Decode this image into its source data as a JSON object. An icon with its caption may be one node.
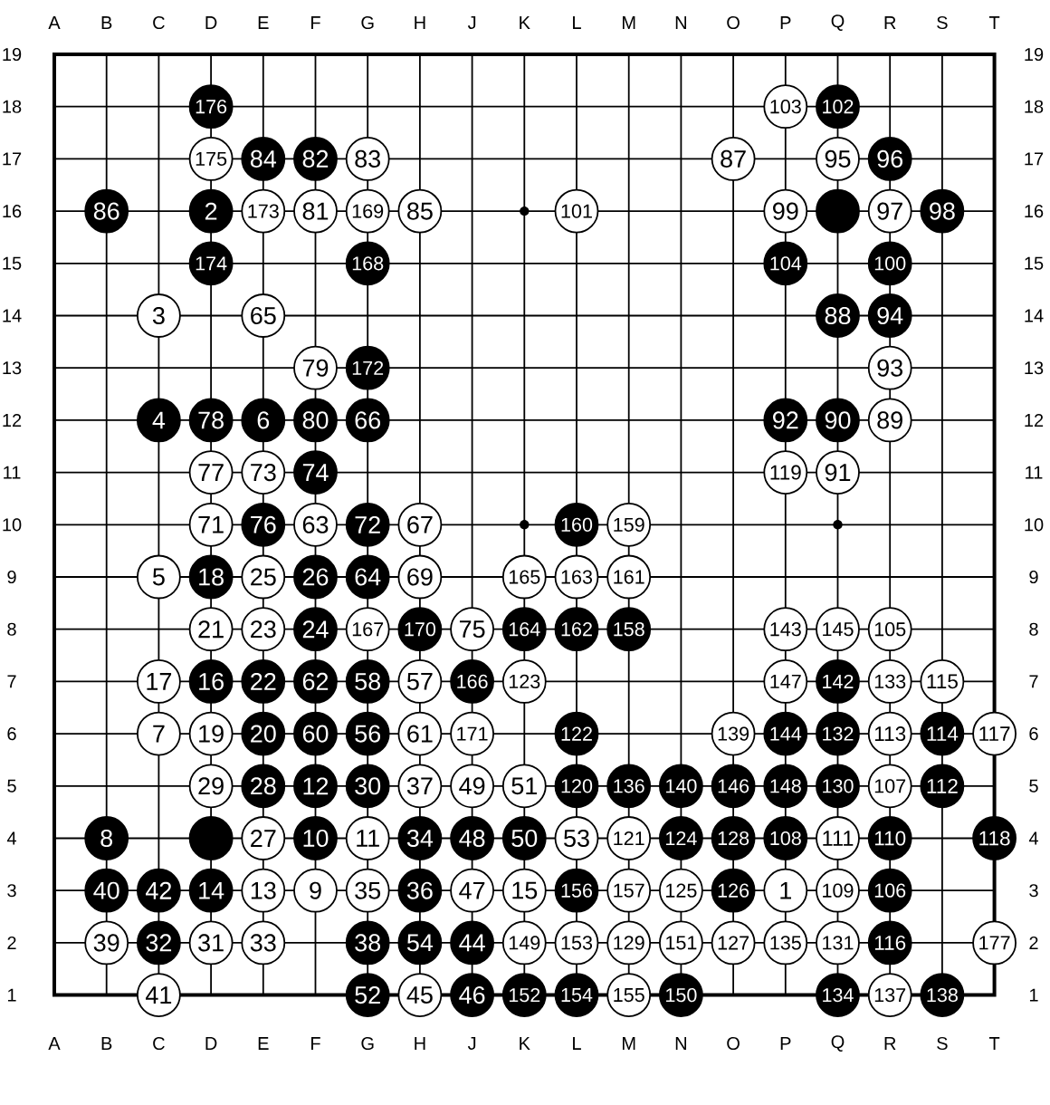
{
  "diagram": {
    "nodes": [
      {
        "text": [
          "176"
        ]
      },
      {
        "text": [
          "103"
        ]
      },
      {
        "text": [
          "102"
        ]
      },
      {
        "text": [
          "175"
        ]
      },
      {
        "text": [
          "84"
        ]
      },
      {
        "text": [
          "82"
        ]
      },
      {
        "text": [
          "83"
        ]
      },
      {
        "text": [
          "87"
        ]
      },
      {
        "text": [
          "95"
        ]
      },
      {
        "text": [
          "96"
        ]
      },
      {
        "text": [
          "86"
        ]
      },
      {
        "text": [
          "2"
        ]
      },
      {
        "text": [
          "173"
        ]
      },
      {
        "text": [
          "81"
        ]
      },
      {
        "text": [
          "169"
        ]
      },
      {
        "text": [
          "85"
        ]
      },
      {
        "text": [
          "101"
        ]
      },
      {
        "text": [
          "99"
        ]
      },
      {
        "text": [],
        "shape": "circle"
      },
      {
        "text": [
          "97"
        ]
      },
      {
        "text": [
          "98"
        ]
      },
      {
        "text": [
          "174"
        ]
      },
      {
        "text": [
          "168"
        ]
      },
      {
        "text": [
          "104"
        ]
      },
      {
        "text": [
          "100"
        ]
      },
      {
        "text": [
          "3"
        ]
      },
      {
        "text": [
          "65"
        ]
      },
      {
        "text": [
          "88"
        ]
      },
      {
        "text": [
          "94"
        ]
      },
      {
        "text": [
          "79"
        ]
      },
      {
        "text": [
          "172"
        ]
      },
      {
        "text": [
          "93"
        ]
      },
      {
        "text": [
          "4"
        ]
      },
      {
        "text": [
          "78"
        ]
      },
      {
        "text": [
          "6"
        ]
      },
      {
        "text": [
          "80"
        ]
      },
      {
        "text": [
          "66"
        ]
      },
      {
        "text": [
          "92"
        ]
      },
      {
        "text": [
          "90"
        ]
      },
      {
        "text": [
          "89"
        ]
      },
      {
        "text": [
          "77"
        ]
      },
      {
        "text": [
          "73"
        ]
      },
      {
        "text": [
          "74"
        ]
      },
      {
        "text": [
          "119"
        ]
      },
      {
        "text": [
          "91"
        ]
      },
      {
        "text": [
          "71"
        ]
      },
      {
        "text": [
          "76"
        ]
      },
      {
        "text": [
          "63"
        ]
      },
      {
        "text": [
          "72"
        ]
      },
      {
        "text": [
          "67"
        ]
      },
      {
        "text": [
          "160"
        ]
      },
      {
        "text": [
          "159"
        ]
      },
      {
        "text": [
          "5"
        ]
      },
      {
        "text": [
          "18"
        ]
      },
      {
        "text": [
          "25"
        ]
      },
      {
        "text": [
          "26"
        ]
      },
      {
        "text": [
          "64"
        ]
      },
      {
        "text": [
          "69"
        ]
      },
      {
        "text": [
          "165"
        ]
      },
      {
        "text": [
          "163"
        ]
      },
      {
        "text": [
          "161"
        ]
      },
      {
        "text": [
          "21"
        ]
      },
      {
        "text": [
          "23"
        ]
      },
      {
        "text": [
          "24"
        ]
      },
      {
        "text": [
          "167"
        ]
      },
      {
        "text": [
          "170"
        ]
      },
      {
        "text": [
          "75"
        ]
      },
      {
        "text": [
          "164"
        ]
      },
      {
        "text": [
          "162"
        ]
      },
      {
        "text": [
          "158"
        ]
      },
      {
        "text": [
          "143"
        ]
      },
      {
        "text": [
          "145"
        ]
      },
      {
        "text": [
          "105"
        ]
      },
      {
        "text": [
          "17"
        ]
      },
      {
        "text": [
          "16"
        ]
      },
      {
        "text": [
          "22"
        ]
      },
      {
        "text": [
          "62"
        ]
      },
      {
        "text": [
          "58"
        ]
      },
      {
        "text": [
          "57"
        ]
      },
      {
        "text": [
          "166"
        ]
      },
      {
        "text": [
          "123"
        ]
      },
      {
        "text": [
          "147"
        ]
      },
      {
        "text": [
          "142"
        ]
      },
      {
        "text": [
          "133"
        ]
      },
      {
        "text": [
          "115"
        ]
      },
      {
        "text": [
          "7"
        ]
      },
      {
        "text": [
          "19"
        ]
      },
      {
        "text": [
          "20"
        ]
      },
      {
        "text": [
          "60"
        ]
      },
      {
        "text": [
          "56"
        ]
      },
      {
        "text": [
          "61"
        ]
      },
      {
        "text": [
          "171"
        ]
      },
      {
        "text": [
          "122"
        ]
      },
      {
        "text": [
          "139"
        ]
      },
      {
        "text": [
          "144"
        ]
      },
      {
        "text": [
          "132"
        ]
      },
      {
        "text": [
          "113"
        ]
      },
      {
        "text": [
          "114"
        ]
      },
      {
        "text": [
          "117"
        ]
      },
      {
        "text": [
          "29"
        ]
      },
      {
        "text": [
          "28"
        ]
      },
      {
        "text": [
          "12"
        ]
      },
      {
        "text": [
          "30"
        ]
      },
      {
        "text": [
          "37"
        ]
      },
      {
        "text": [
          "49"
        ]
      },
      {
        "text": [
          "51"
        ]
      },
      {
        "text": [
          "120"
        ]
      },
      {
        "text": [
          "136"
        ]
      },
      {
        "text": [
          "140"
        ]
      },
      {
        "text": [
          "146"
        ]
      },
      {
        "text": [
          "148"
        ]
      },
      {
        "text": [
          "130"
        ]
      },
      {
        "text": [
          "107"
        ]
      },
      {
        "text": [
          "112"
        ]
      },
      {
        "text": [
          "8"
        ]
      },
      {
        "text": [],
        "shape": "circle"
      },
      {
        "text": [
          "27"
        ]
      },
      {
        "text": [
          "10"
        ]
      },
      {
        "text": [
          "11"
        ]
      },
      {
        "text": [
          "34"
        ]
      },
      {
        "text": [
          "48"
        ]
      },
      {
        "text": [
          "50"
        ]
      },
      {
        "text": [
          "53"
        ]
      },
      {
        "text": [
          "121"
        ]
      },
      {
        "text": [
          "124"
        ]
      },
      {
        "text": [
          "128"
        ]
      },
      {
        "text": [
          "108"
        ]
      },
      {
        "text": [
          "111"
        ]
      },
      {
        "text": [
          "110"
        ]
      },
      {
        "text": [
          "118"
        ]
      },
      {
        "text": [
          "40"
        ]
      },
      {
        "text": [
          "42"
        ]
      },
      {
        "text": [
          "14"
        ]
      },
      {
        "text": [
          "13"
        ]
      },
      {
        "text": [
          "9"
        ]
      },
      {
        "text": [
          "35"
        ]
      },
      {
        "text": [
          "36"
        ]
      },
      {
        "text": [
          "47"
        ]
      },
      {
        "text": [
          "15"
        ]
      },
      {
        "text": [
          "156"
        ]
      },
      {
        "text": [
          "157"
        ]
      },
      {
        "text": [
          "125"
        ]
      },
      {
        "text": [
          "126"
        ]
      },
      {
        "text": [
          "1"
        ]
      },
      {
        "text": [
          "109"
        ]
      },
      {
        "text": [
          "106"
        ]
      },
      {
        "text": [
          "39"
        ]
      },
      {
        "text": [
          "32"
        ]
      },
      {
        "text": [
          "31"
        ]
      },
      {
        "text": [
          "33"
        ]
      },
      {
        "text": [
          "38"
        ]
      },
      {
        "text": [
          "54"
        ]
      },
      {
        "text": [
          "44"
        ]
      },
      {
        "text": [
          "149"
        ]
      },
      {
        "text": [
          "153"
        ]
      },
      {
        "text": [
          "129"
        ]
      },
      {
        "text": [
          "151"
        ]
      },
      {
        "text": [
          "127"
        ]
      },
      {
        "text": [
          "135"
        ]
      },
      {
        "text": [
          "131"
        ]
      },
      {
        "text": [
          "116"
        ]
      },
      {
        "text": [
          "177"
        ]
      },
      {
        "text": [
          "41"
        ]
      },
      {
        "text": [
          "52"
        ]
      },
      {
        "text": [
          "45"
        ]
      },
      {
        "text": [
          "46"
        ]
      },
      {
        "text": [
          "152"
        ]
      },
      {
        "text": [
          "154"
        ]
      },
      {
        "text": [
          "155"
        ]
      },
      {
        "text": [
          "150"
        ]
      },
      {
        "text": [
          "134"
        ]
      },
      {
        "text": [
          "137"
        ]
      },
      {
        "text": [
          "138"
        ]
      }
    ],
    "labels": [
      "A",
      "B",
      "C",
      "D",
      "E",
      "F",
      "G",
      "H",
      "J",
      "K",
      "L",
      "M",
      "N",
      "O",
      "P",
      "Q",
      "R",
      "S",
      "T",
      "19",
      "19",
      "18",
      "18",
      "17",
      "17",
      "16",
      "16",
      "15",
      "15",
      "14",
      "14",
      "13",
      "13",
      "12",
      "12",
      "11",
      "11",
      "10",
      "10",
      "9",
      "9",
      "8",
      "8",
      "7",
      "7",
      "6",
      "6",
      "5",
      "5",
      "4",
      "4",
      "3",
      "3",
      "2",
      "2",
      "1",
      "1",
      "A",
      "B",
      "C",
      "D",
      "E",
      "F",
      "G",
      "H",
      "J",
      "K",
      "L",
      "M",
      "N",
      "O",
      "P",
      "Q",
      "R",
      "S",
      "T"
    ]
  }
}
